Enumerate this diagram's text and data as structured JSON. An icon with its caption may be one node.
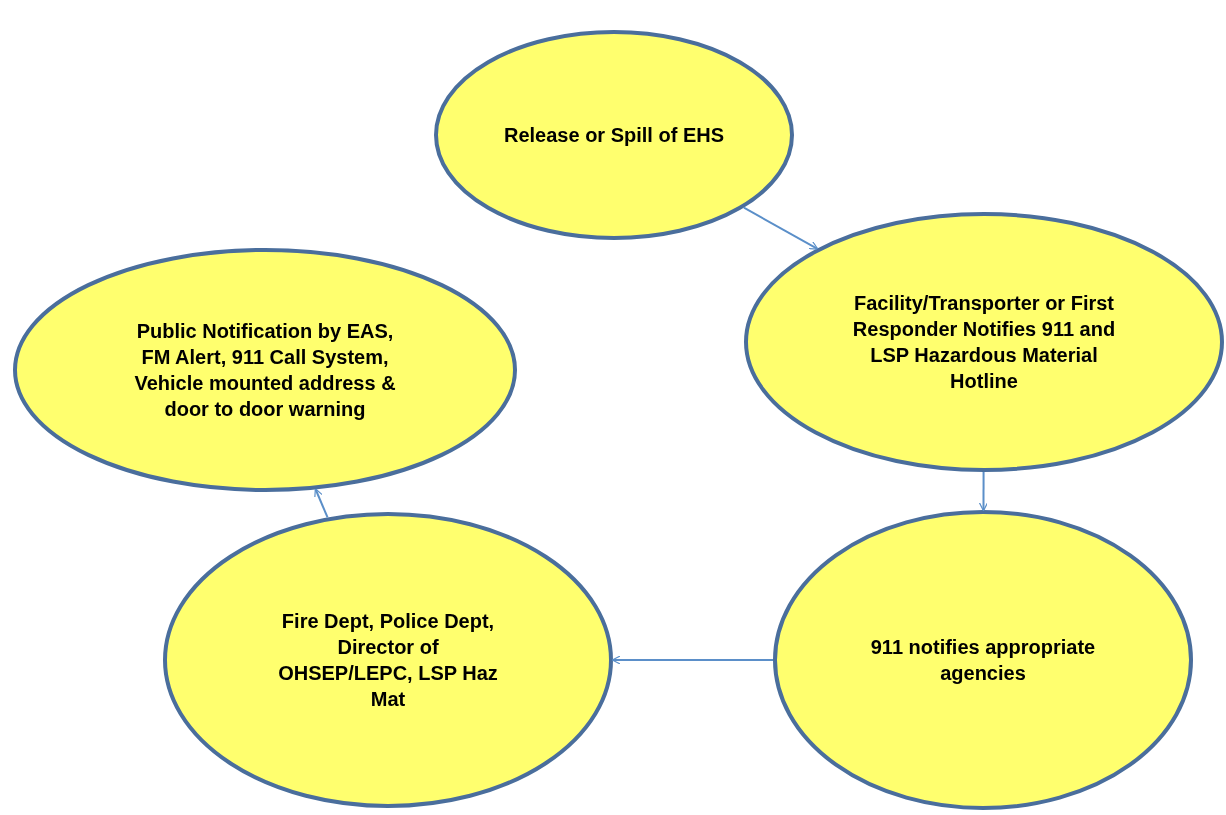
{
  "diagram": {
    "nodes": [
      {
        "text": [
          "Release or Spill of EHS"
        ]
      },
      {
        "text": [
          "Facility/Transporter or First Responder Notifies 911 and LSP Hazardous Material Hotline"
        ]
      },
      {
        "text": [
          "911 notifies appropriate agencies"
        ]
      },
      {
        "text": [
          "Fire Dept, Police Dept, Director of OHSEP/LEPC, LSP Haz Mat"
        ]
      },
      {
        "text": [
          "Public Notification by EAS, FM Alert, 911 Call System, Vehicle mounted address & door to door warning"
        ]
      }
    ],
    "edges": [
      {
        "from": 0,
        "to": 1,
        "arrow": "to"
      },
      {
        "from": 1,
        "to": 2,
        "arrow": "to"
      },
      {
        "from": 2,
        "to": 3,
        "arrow": "to"
      },
      {
        "from": 3,
        "to": 4,
        "arrow": "to"
      }
    ]
  }
}
